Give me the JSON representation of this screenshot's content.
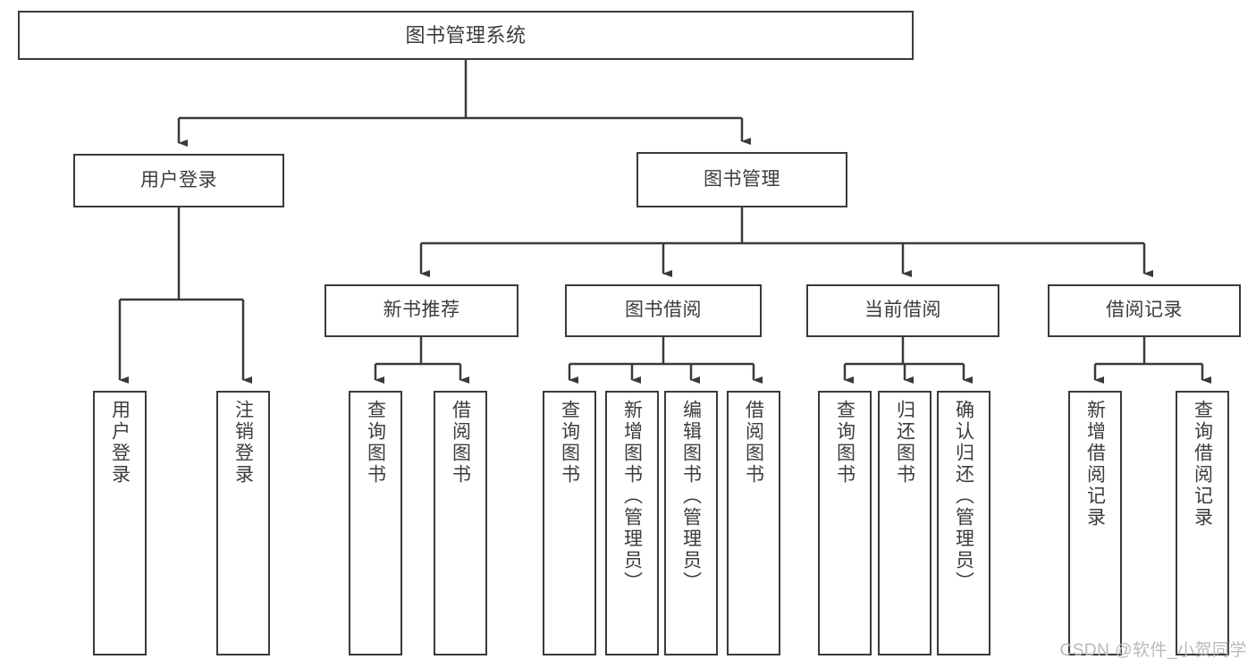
{
  "diagram": {
    "title": "图书管理系统",
    "type": "tree-hierarchy",
    "root": {
      "label": "图书管理系统"
    },
    "level2": [
      {
        "label": "用户登录"
      },
      {
        "label": "图书管理"
      }
    ],
    "level3": [
      {
        "label": "新书推荐"
      },
      {
        "label": "图书借阅"
      },
      {
        "label": "当前借阅"
      },
      {
        "label": "借阅记录"
      }
    ],
    "leaves": {
      "user_login": [
        {
          "label": "用户登录"
        },
        {
          "label": "注销登录"
        }
      ],
      "new_book_recommend": [
        {
          "label": "查询图书"
        },
        {
          "label": "借阅图书"
        }
      ],
      "book_borrow": [
        {
          "label": "查询图书"
        },
        {
          "label": "新增图书（管理员）"
        },
        {
          "label": "编辑图书（管理员）"
        },
        {
          "label": "借阅图书"
        }
      ],
      "current_borrow": [
        {
          "label": "查询图书"
        },
        {
          "label": "归还图书"
        },
        {
          "label": "确认归还（管理员）"
        }
      ],
      "borrow_record": [
        {
          "label": "新增借阅记录"
        },
        {
          "label": "查询借阅记录"
        }
      ]
    }
  },
  "watermark": {
    "text": "CSDN @软件_小贺同学"
  },
  "colors": {
    "border": "#3a3a3a",
    "text": "#3c3c3c",
    "background": "#ffffff",
    "watermark": "#b9b9b9"
  }
}
